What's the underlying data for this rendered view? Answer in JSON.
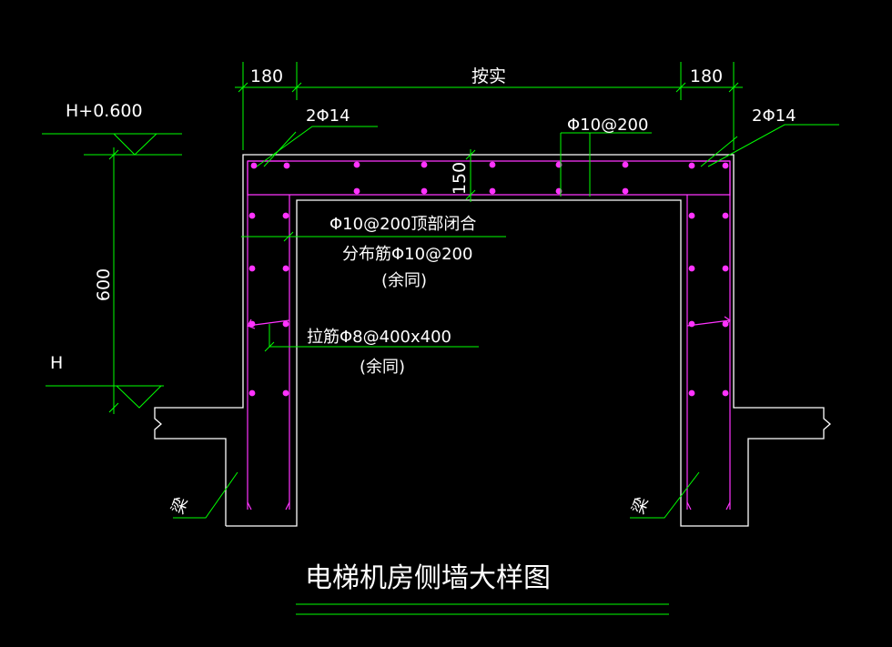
{
  "colors": {
    "background": "#000000",
    "outline": "#ffffff",
    "dimension": "#00ff00",
    "rebar": "#ff33ff",
    "text": "#ffffff"
  },
  "dimensions": {
    "left_wall": "180",
    "span": "按实",
    "right_wall": "180",
    "slab_thickness": "150",
    "height": "600"
  },
  "levels": {
    "top": "H+0.600",
    "bottom": "H"
  },
  "callouts": {
    "left_top_bars": "2Φ14",
    "right_top_bars": "2Φ14",
    "slab_bars": "Φ10@200",
    "wall_vertical": "Φ10@200顶部闭合",
    "distribution": "分布筋Φ10@200",
    "same_note_1": "(余同)",
    "tie_bars": "拉筋Φ8@400x400",
    "same_note_2": "(余同)"
  },
  "labels": {
    "beam_left": "梁",
    "beam_right": "梁"
  },
  "title": "电梯机房侧墙大样图"
}
